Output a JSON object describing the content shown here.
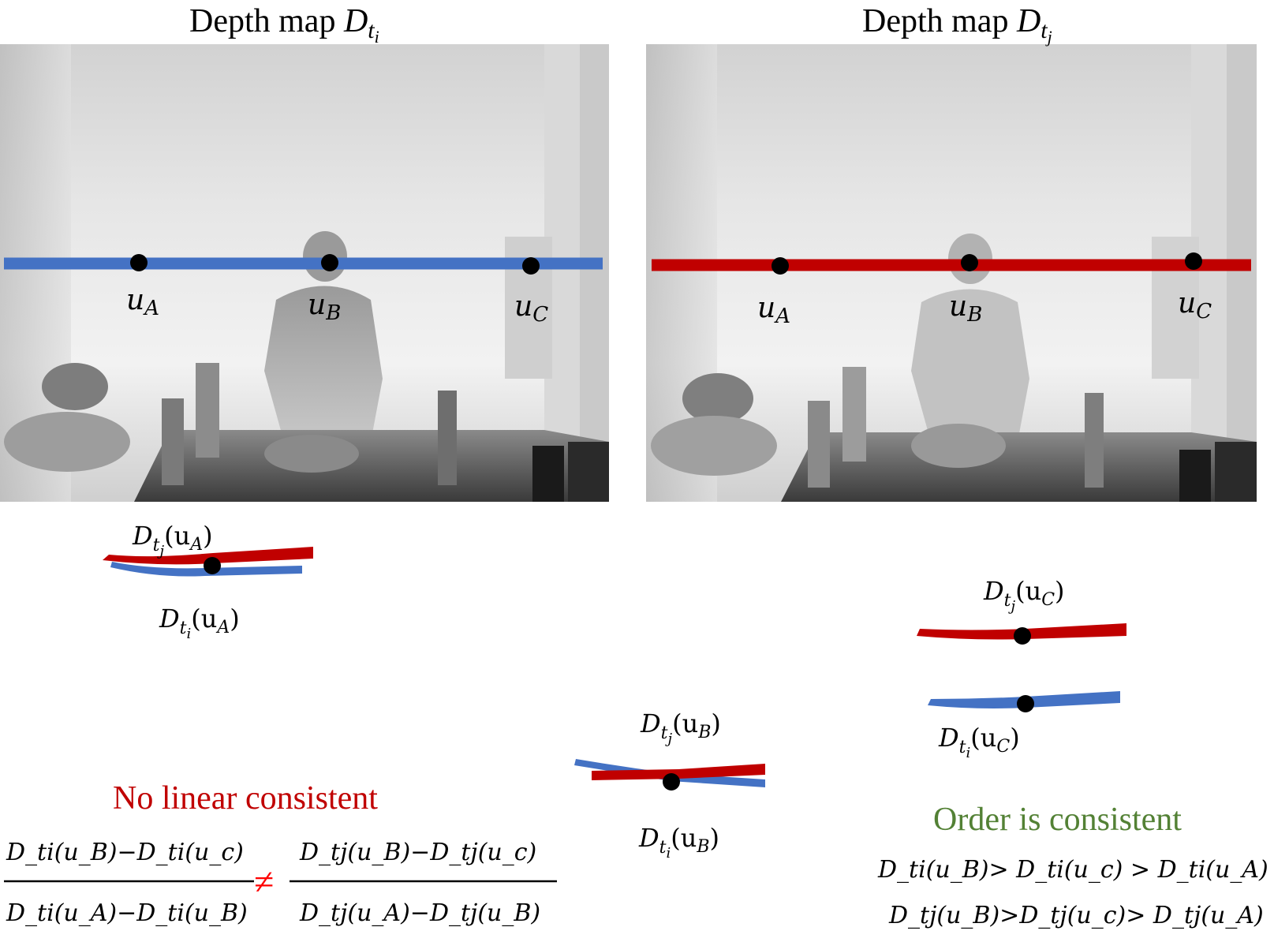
{
  "panels": {
    "left": {
      "title_text": "Depth map ",
      "title_var": "D",
      "title_sub1": "t",
      "title_sub2": "i",
      "line_color": "#4472c4"
    },
    "right": {
      "title_text": "Depth map ",
      "title_var": "D",
      "title_sub1": "t",
      "title_sub2": "j",
      "line_color": "#c00000"
    }
  },
  "points": {
    "a": "u",
    "a_sub": "A",
    "b": "u",
    "b_sub": "B",
    "c": "u",
    "c_sub": "C"
  },
  "closeups": {
    "a": {
      "top_label": {
        "t": "j",
        "u": "A"
      },
      "bottom_label": {
        "t": "i",
        "u": "A"
      }
    },
    "b": {
      "top_label": {
        "t": "j",
        "u": "B"
      },
      "bottom_label": {
        "t": "i",
        "u": "B"
      }
    },
    "c": {
      "top_label": {
        "t": "j",
        "u": "C"
      },
      "bottom_label": {
        "t": "i",
        "u": "C"
      }
    }
  },
  "captions": {
    "left": {
      "text": "No linear consistent",
      "color": "#c00000"
    },
    "right": {
      "text": "Order is consistent",
      "color": "#538135"
    }
  },
  "formula_left": {
    "num_left": "D_ti(u_B)−D_ti(u_c)",
    "den_left": "D_ti(u_A)−D_ti(u_B)",
    "neq": "≠",
    "num_right": "D_tj(u_B)−D_tj(u_c)",
    "den_right": "D_tj(u_A)−D_tj(u_B)"
  },
  "formula_right": {
    "line1": "D_ti(u_B)> D_ti(u_c) > D_ti(u_A)",
    "line2": "D_tj(u_B)>D_tj(u_c)> D_tj(u_A)"
  },
  "colors": {
    "blue": "#4472c4",
    "red": "#c00000",
    "green": "#538135",
    "black": "#000000"
  }
}
